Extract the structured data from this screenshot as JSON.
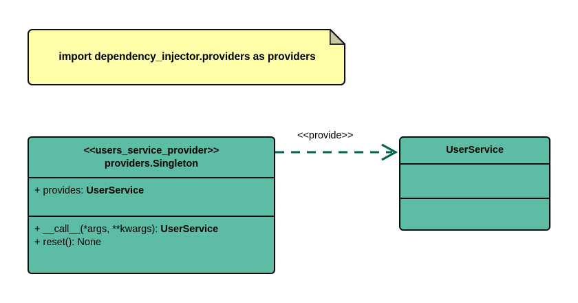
{
  "diagram": {
    "type": "uml-class-diagram",
    "background": "#ffffff",
    "colors": {
      "note_fill": "#ffffaa",
      "note_fold": "#c8c8a0",
      "class_fill": "#5cbca4",
      "outline": "#0d0d0d",
      "connector": "#006450"
    }
  },
  "note": {
    "text": "import dependency_injector.providers as providers"
  },
  "classes": [
    {
      "id": "users-service-provider",
      "stereotype": "<<users_service_provider>>",
      "name": "providers.Singleton",
      "attributes": [
        {
          "visibility": "+",
          "label": "+ provides: ",
          "type": "UserService"
        }
      ],
      "operations": [
        {
          "visibility": "+",
          "label": "+ __call__(*args, **kwargs): ",
          "type": "UserService"
        },
        {
          "visibility": "+",
          "label": "+ reset(): None",
          "type": ""
        }
      ]
    },
    {
      "id": "user-service",
      "stereotype": "",
      "name": "UserService",
      "attributes": [],
      "operations": []
    }
  ],
  "connector": {
    "label": "<<provide>>",
    "style": "dashed",
    "arrowhead": "open",
    "source": "users-service-provider",
    "target": "user-service"
  }
}
